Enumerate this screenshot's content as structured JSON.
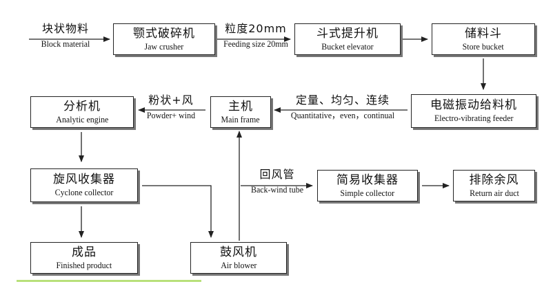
{
  "nodes": {
    "jaw_crusher": {
      "cn": "颚式破碎机",
      "en": "Jaw crusher"
    },
    "bucket_elevator": {
      "cn": "斗式提升机",
      "en": "Bucket elevator"
    },
    "store_bucket": {
      "cn": "储料斗",
      "en": "Store bucket"
    },
    "analytic_engine": {
      "cn": "分析机",
      "en": "Analytic engine"
    },
    "main_frame": {
      "cn": "主机",
      "en": "Main frame"
    },
    "feeder": {
      "cn": "电磁振动给料机",
      "en": "Electro-vibrating feeder"
    },
    "cyclone": {
      "cn": "旋风收集器",
      "en": "Cyclone collector"
    },
    "simple_collector": {
      "cn": "简易收集器",
      "en": "Simple collector"
    },
    "return_duct": {
      "cn": "排除余风",
      "en": "Return air duct"
    },
    "finished": {
      "cn": "成品",
      "en": "Finished product"
    },
    "air_blower": {
      "cn": "鼓风机",
      "en": "Air blower"
    }
  },
  "labels": {
    "block_material": {
      "cn": "块状物料",
      "en": "Block material"
    },
    "feeding_size": {
      "cn": "粒度20mm",
      "en": "Feeding size 20mm"
    },
    "quantitative": {
      "cn": "定量、均匀、连续",
      "en": "Quantitative，even，continual"
    },
    "powder_wind": {
      "cn": "粉状+风",
      "en": "Powder+ wind"
    },
    "back_wind": {
      "cn": "回风管",
      "en": "Back-wind tube"
    }
  }
}
